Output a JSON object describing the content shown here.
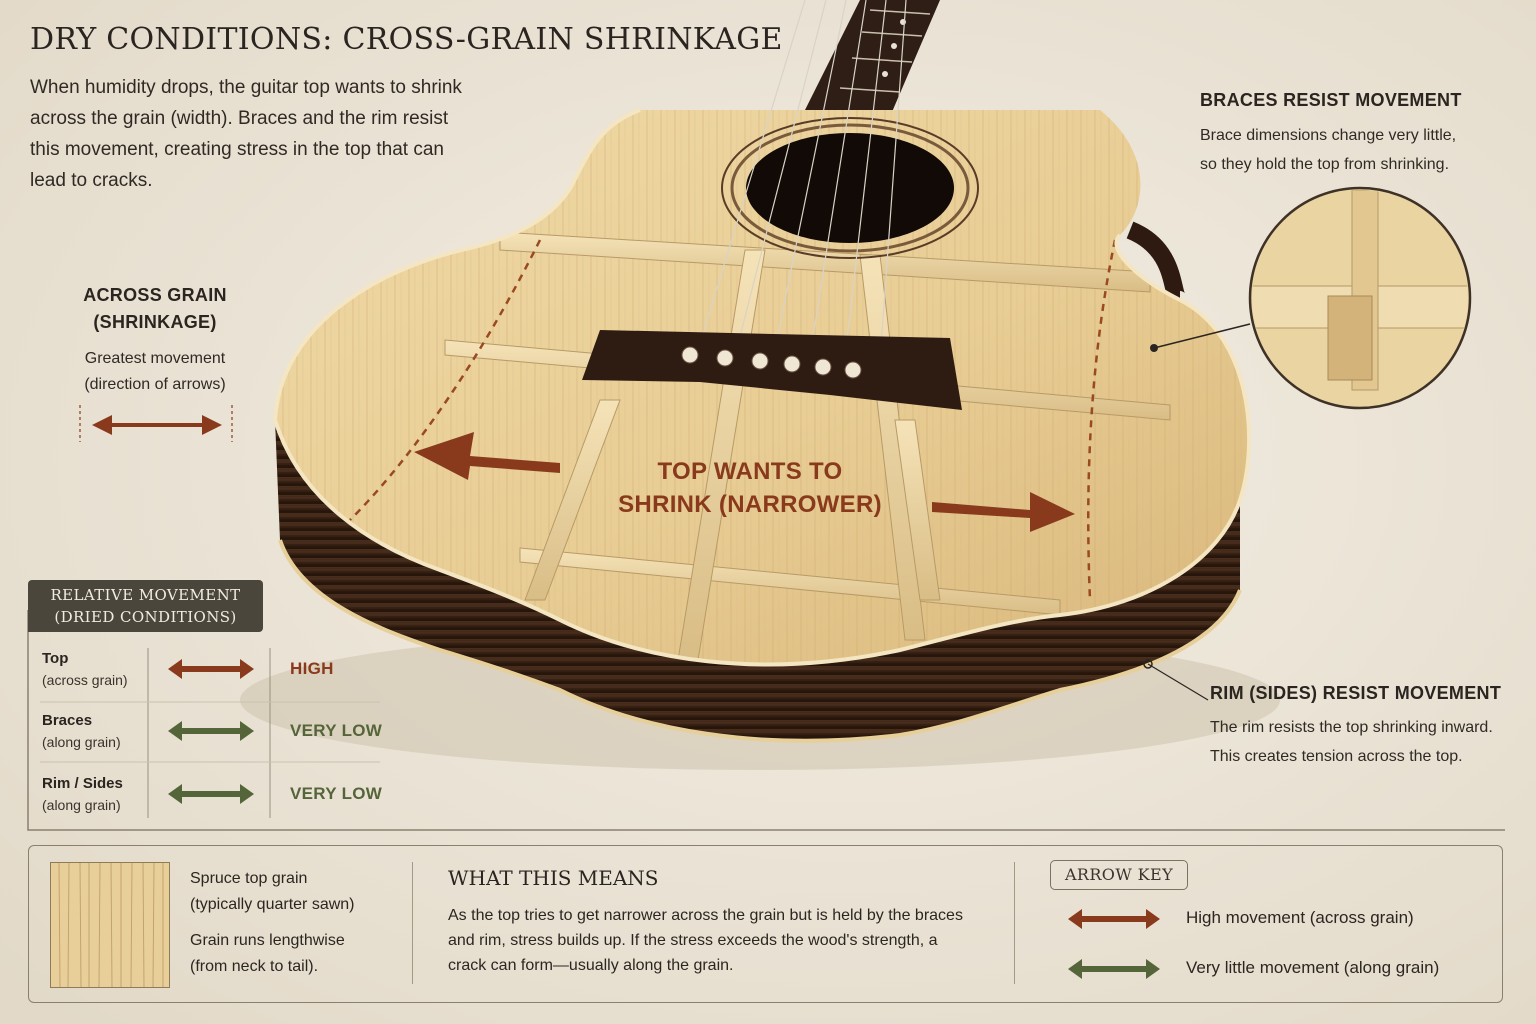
{
  "title": "DRY CONDITIONS: CROSS-GRAIN SHRINKAGE",
  "intro": "When humidity drops, the guitar top wants to shrink across the grain (width). Braces and the rim resist this movement, creating stress in the top that can lead to cracks.",
  "across_grain": {
    "heading_line1": "ACROSS GRAIN",
    "heading_line2": "(SHRINKAGE)",
    "text_line1": "Greatest movement",
    "text_line2": "(direction of arrows)"
  },
  "braces_callout": {
    "heading": "BRACES RESIST MOVEMENT",
    "text_line1": "Brace dimensions change very little,",
    "text_line2": "so they hold the top from shrinking."
  },
  "rim_callout": {
    "heading": "RIM (SIDES) RESIST MOVEMENT",
    "text_line1": "The rim resists the top shrinking inward.",
    "text_line2": "This creates tension across the top."
  },
  "center_label": {
    "line1": "TOP WANTS TO",
    "line2": "SHRINK (NARROWER)"
  },
  "relative_movement": {
    "header_line1": "RELATIVE MOVEMENT",
    "header_line2": "(DRIED CONDITIONS)",
    "rows": [
      {
        "name": "Top",
        "sub": "(across grain)",
        "level": "HIGH"
      },
      {
        "name": "Braces",
        "sub": "(along grain)",
        "level": "VERY LOW"
      },
      {
        "name": "Rim / Sides",
        "sub": "(along grain)",
        "level": "VERY LOW"
      }
    ]
  },
  "spruce": {
    "line1": "Spruce top grain",
    "line2": "(typically quarter sawn)",
    "line3": "Grain runs lengthwise",
    "line4": "(from neck to tail)."
  },
  "what_this_means": {
    "heading": "WHAT THIS MEANS",
    "text": "As the top tries to get narrower across the grain but is held by the braces and rim, stress builds up. If the stress exceeds the wood's strength, a crack can form—usually along the grain."
  },
  "arrow_key": {
    "label": "ARROW KEY",
    "high": "High movement (across grain)",
    "low": "Very little movement (along grain)"
  },
  "colors": {
    "high_arrow": "#8a3a1c",
    "low_arrow": "#55653a",
    "spruce": "#e8cf9a",
    "rosewood": "#3a2418",
    "panel_dark": "#4b463c"
  }
}
